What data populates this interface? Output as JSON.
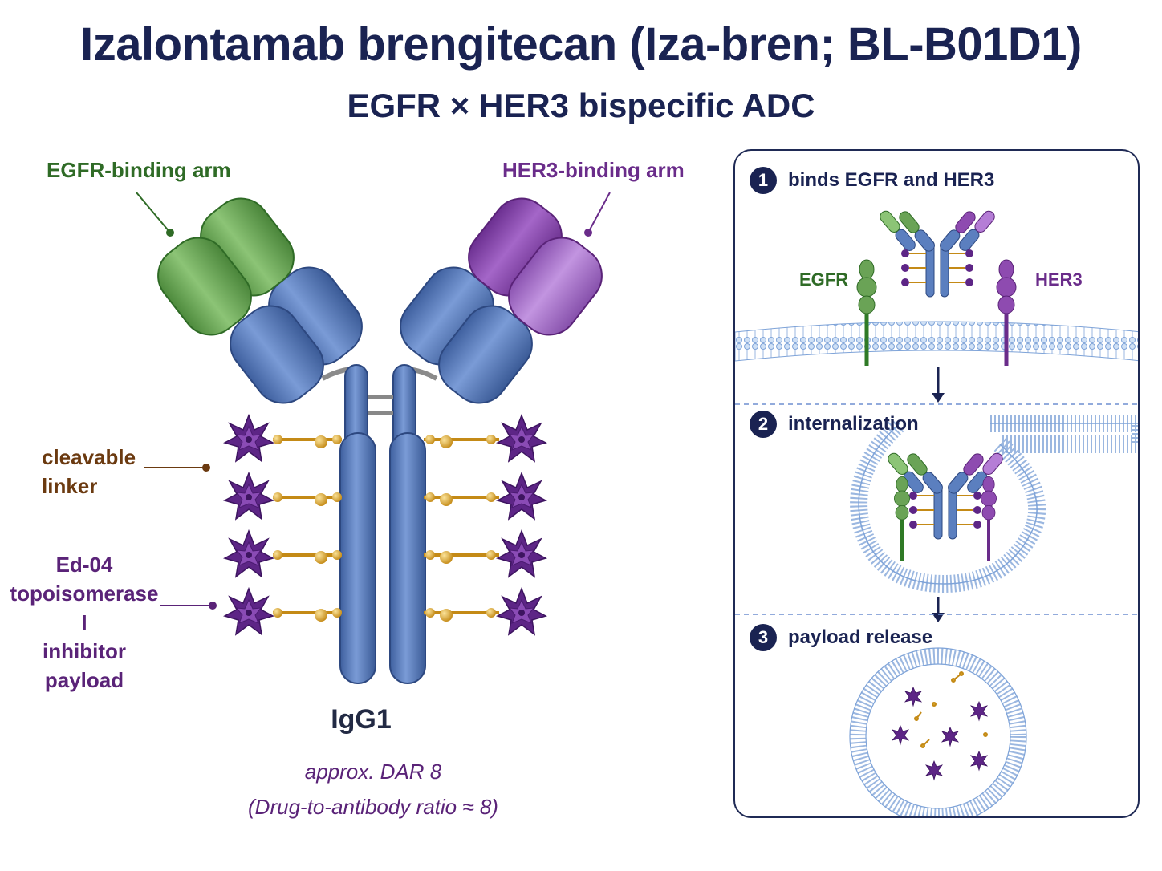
{
  "title": "Izalontamab brengitecan (Iza-bren; BL-B01D1)",
  "subtitle": "EGFR × HER3 bispecific ADC",
  "labels": {
    "egfr_arm": "EGFR-binding arm",
    "her3_arm": "HER3-binding arm",
    "linker_line1": "cleavable",
    "linker_line2": "linker",
    "payload_line1": "Ed-04",
    "payload_line2": "topoisomerase I",
    "payload_line3": "inhibitor payload",
    "igg1": "IgG1",
    "dar_line1": "approx. DAR 8",
    "dar_line2": "(Drug-to-antibody ratio ≈ 8)"
  },
  "panel": {
    "steps": [
      {
        "num": "1",
        "text": "binds EGFR and HER3"
      },
      {
        "num": "2",
        "text": "internalization"
      },
      {
        "num": "3",
        "text": "payload release"
      }
    ],
    "egfr_label": "EGFR",
    "her3_label": "HER3"
  },
  "colors": {
    "egfr_green": "#6aa356",
    "her3_purple": "#8e4bb0",
    "antibody_blue": "#5b7fbf",
    "payload_purple": "#5d2586",
    "linker_gold": "#d4a32a",
    "navy": "#1a2352"
  }
}
